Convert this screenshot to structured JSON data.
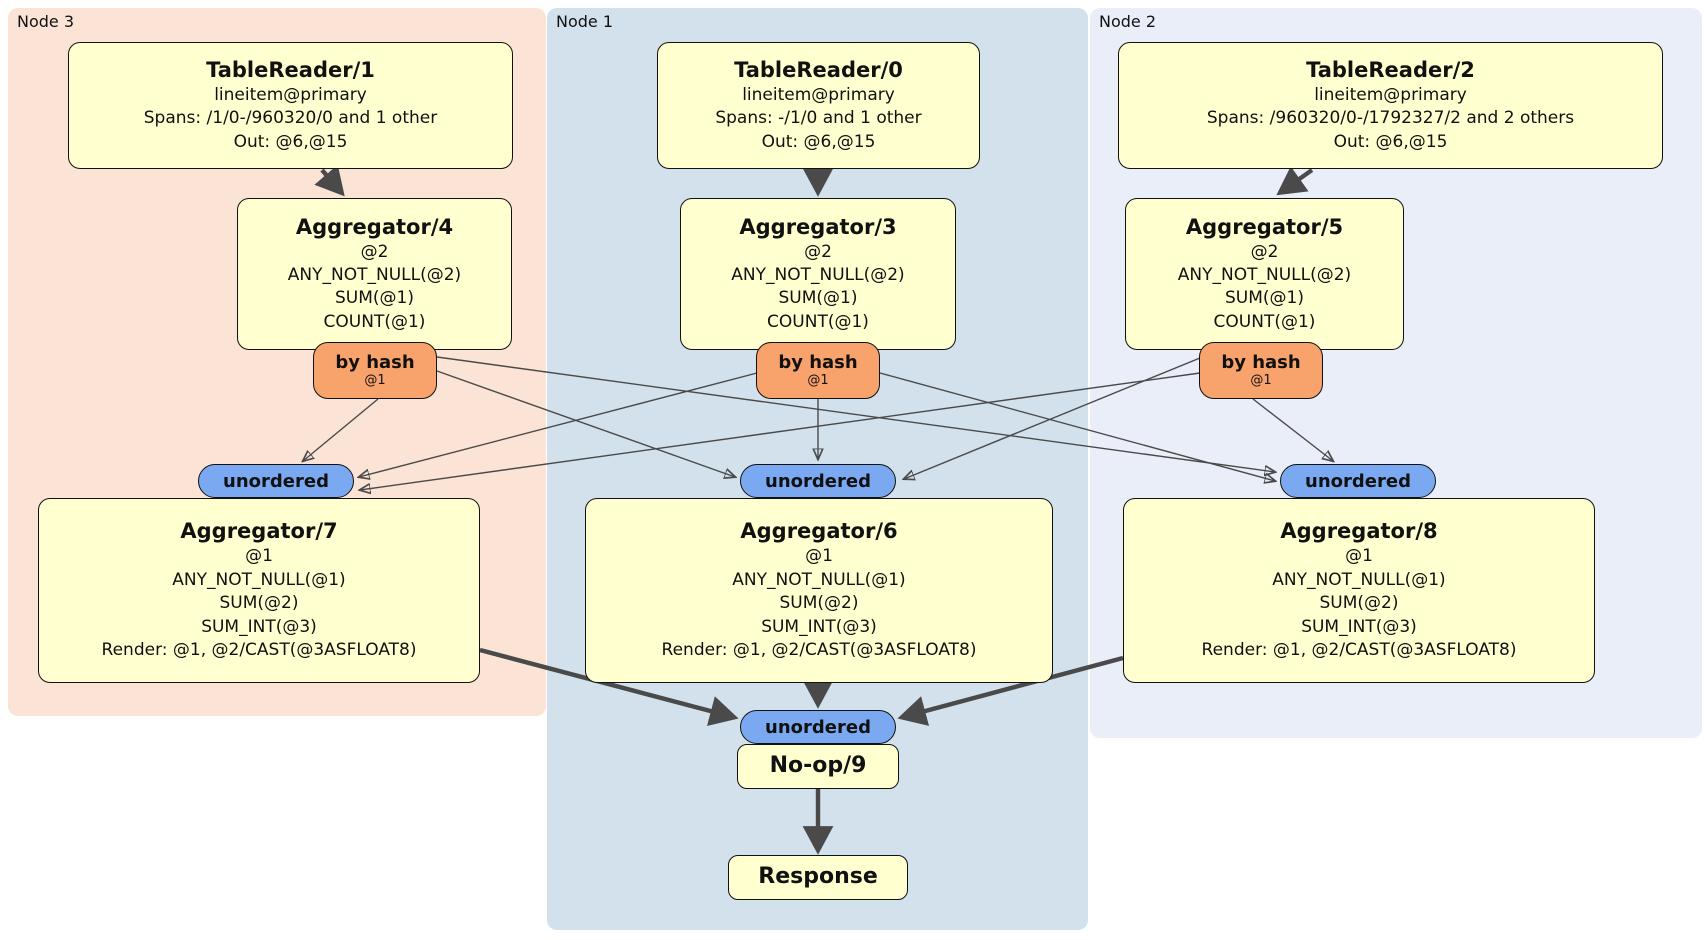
{
  "regions": [
    {
      "label": "Node 3",
      "bg": "#fbe3d6"
    },
    {
      "label": "Node 1",
      "bg": "#d2e1ec"
    },
    {
      "label": "Node 2",
      "bg": "#e9eef9"
    }
  ],
  "processors": {
    "tr1": {
      "title": "TableReader/1",
      "lines": [
        "lineitem@primary",
        "Spans: /1/0-/960320/0 and 1 other",
        "Out: @6,@15"
      ]
    },
    "tr0": {
      "title": "TableReader/0",
      "lines": [
        "lineitem@primary",
        "Spans: -/1/0 and 1 other",
        "Out: @6,@15"
      ]
    },
    "tr2": {
      "title": "TableReader/2",
      "lines": [
        "lineitem@primary",
        "Spans: /960320/0-/1792327/2 and 2 others",
        "Out: @6,@15"
      ]
    },
    "agg4": {
      "title": "Aggregator/4",
      "lines": [
        "@2",
        "ANY_NOT_NULL(@2)",
        "SUM(@1)",
        "COUNT(@1)"
      ]
    },
    "agg3": {
      "title": "Aggregator/3",
      "lines": [
        "@2",
        "ANY_NOT_NULL(@2)",
        "SUM(@1)",
        "COUNT(@1)"
      ]
    },
    "agg5": {
      "title": "Aggregator/5",
      "lines": [
        "@2",
        "ANY_NOT_NULL(@2)",
        "SUM(@1)",
        "COUNT(@1)"
      ]
    },
    "agg7": {
      "title": "Aggregator/7",
      "lines": [
        "@1",
        "ANY_NOT_NULL(@1)",
        "SUM(@2)",
        "SUM_INT(@3)",
        "Render: @1, @2/CAST(@3ASFLOAT8)"
      ]
    },
    "agg6": {
      "title": "Aggregator/6",
      "lines": [
        "@1",
        "ANY_NOT_NULL(@1)",
        "SUM(@2)",
        "SUM_INT(@3)",
        "Render: @1, @2/CAST(@3ASFLOAT8)"
      ]
    },
    "agg8": {
      "title": "Aggregator/8",
      "lines": [
        "@1",
        "ANY_NOT_NULL(@1)",
        "SUM(@2)",
        "SUM_INT(@3)",
        "Render: @1, @2/CAST(@3ASFLOAT8)"
      ]
    },
    "noop": {
      "title": "No-op/9"
    },
    "response": {
      "title": "Response"
    }
  },
  "router": {
    "label": "by hash",
    "detail": "@1"
  },
  "sync": {
    "label": "unordered"
  },
  "colors": {
    "node3_bg": "#fbe3d6",
    "node1_bg": "#d2e1ec",
    "node2_bg": "#e9eef9",
    "processor_fill": "#ffffcf",
    "router_fill": "#f9a36c",
    "sync_fill": "#7aa9f2",
    "edge": "#4a4a4a",
    "border": "#111111"
  }
}
